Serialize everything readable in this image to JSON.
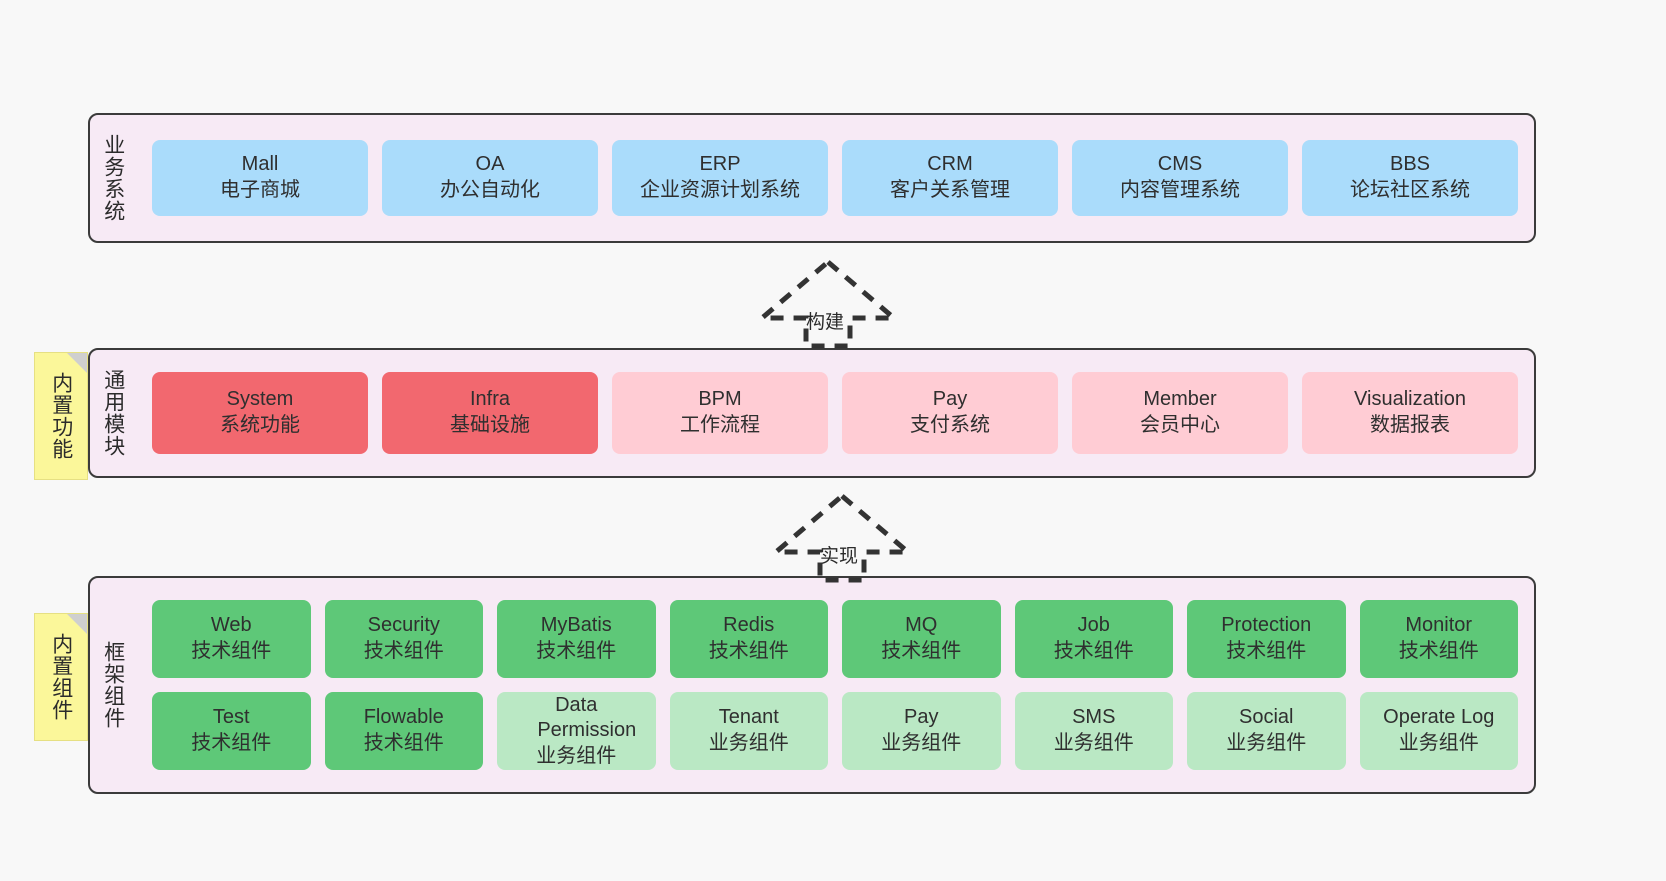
{
  "diagram": {
    "title_hidden": "",
    "colors": {
      "canvas": "#f8f8f8",
      "layer_bg": "#f7eaf5",
      "layer_border": "#3b3b3b",
      "blue": "#aadcfb",
      "red": "#f2686f",
      "pink": "#ffccd4",
      "green": "#5ec878",
      "light_green": "#bae8c4",
      "note_yellow": "#fbf79a"
    }
  },
  "layers": [
    {
      "id": "business-systems",
      "title": "业务系统",
      "cards": [
        {
          "name": "Mall",
          "desc": "电子商城",
          "color": "blue"
        },
        {
          "name": "OA",
          "desc": "办公自动化",
          "color": "blue"
        },
        {
          "name": "ERP",
          "desc": "企业资源计划系统",
          "color": "blue"
        },
        {
          "name": "CRM",
          "desc": "客户关系管理",
          "color": "blue"
        },
        {
          "name": "CMS",
          "desc": "内容管理系统",
          "color": "blue"
        },
        {
          "name": "BBS",
          "desc": "论坛社区系统",
          "color": "blue"
        }
      ]
    },
    {
      "id": "common-modules",
      "title": "通用模块",
      "note": "内置功能",
      "cards": [
        {
          "name": "System",
          "desc": "系统功能",
          "color": "red"
        },
        {
          "name": "Infra",
          "desc": "基础设施",
          "color": "red"
        },
        {
          "name": "BPM",
          "desc": "工作流程",
          "color": "pink"
        },
        {
          "name": "Pay",
          "desc": "支付系统",
          "color": "pink"
        },
        {
          "name": "Member",
          "desc": "会员中心",
          "color": "pink"
        },
        {
          "name": "Visualization",
          "desc": "数据报表",
          "color": "pink"
        }
      ]
    },
    {
      "id": "framework-components",
      "title": "框架组件",
      "note": "内置组件",
      "rows": [
        [
          {
            "name": "Web",
            "desc": "技术组件",
            "color": "green"
          },
          {
            "name": "Security",
            "desc": "技术组件",
            "color": "green"
          },
          {
            "name": "MyBatis",
            "desc": "技术组件",
            "color": "green"
          },
          {
            "name": "Redis",
            "desc": "技术组件",
            "color": "green"
          },
          {
            "name": "MQ",
            "desc": "技术组件",
            "color": "green"
          },
          {
            "name": "Job",
            "desc": "技术组件",
            "color": "green"
          },
          {
            "name": "Protection",
            "desc": "技术组件",
            "color": "green"
          },
          {
            "name": "Monitor",
            "desc": "技术组件",
            "color": "green"
          }
        ],
        [
          {
            "name": "Test",
            "desc": "技术组件",
            "color": "green"
          },
          {
            "name": "Flowable",
            "desc": "技术组件",
            "color": "green"
          },
          {
            "name": "Data Permission",
            "desc": "业务组件",
            "color": "light_green"
          },
          {
            "name": "Tenant",
            "desc": "业务组件",
            "color": "light_green"
          },
          {
            "name": "Pay",
            "desc": "业务组件",
            "color": "light_green"
          },
          {
            "name": "SMS",
            "desc": "业务组件",
            "color": "light_green"
          },
          {
            "name": "Social",
            "desc": "业务组件",
            "color": "light_green"
          },
          {
            "name": "Operate Log",
            "desc": "业务组件",
            "color": "light_green"
          }
        ]
      ]
    }
  ],
  "arrows": [
    {
      "id": "build-arrow",
      "label": "构建",
      "style": "dashed-generalization",
      "direction": "up"
    },
    {
      "id": "implement-arrow",
      "label": "实现",
      "style": "dashed-generalization",
      "direction": "up"
    }
  ]
}
